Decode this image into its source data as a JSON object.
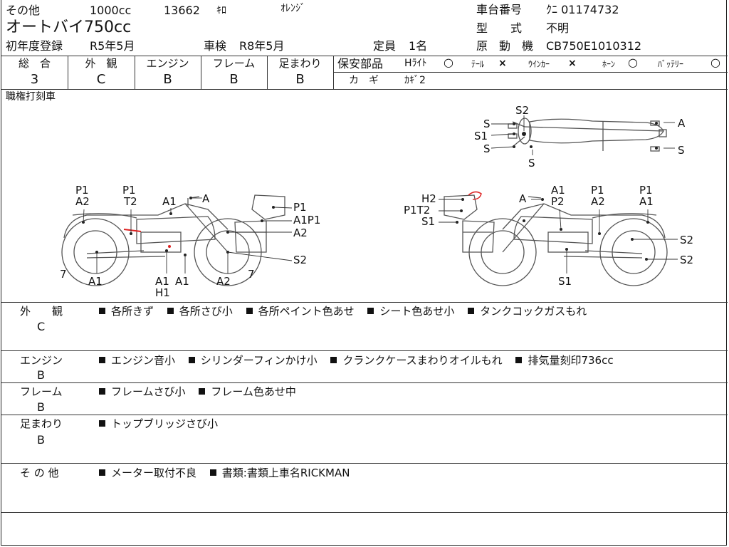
{
  "header": {
    "category": "その他",
    "displacement": "1000cc",
    "mileage": "13662",
    "mileage_unit": "ｷﾛ",
    "color": "ｵﾚﾝｼﾞ",
    "vehicle_type": "オートバイ750cc",
    "first_registration_label": "初年度登録",
    "first_registration": "R5年5月",
    "inspection_label": "車検",
    "inspection": "R8年5月",
    "capacity_label": "定員",
    "capacity": "1名",
    "frame_no_label": "車台番号",
    "frame_no": "ｸﾆ 01174732",
    "model_label": "型　　式",
    "model": "不明",
    "engine_label": "原　動　機",
    "engine": "CB750E1010312"
  },
  "grades": {
    "overall_label": "総　合",
    "overall": "3",
    "exterior_label": "外　観",
    "exterior": "C",
    "engine_label": "エンジン",
    "engine": "B",
    "frame_label": "フレーム",
    "frame": "B",
    "suspension_label": "足まわり",
    "suspension": "B"
  },
  "safety": {
    "label": "保安部品",
    "headlight_label": "Hﾗｲﾄ",
    "headlight": "○",
    "tail_label": "ﾃｰﾙ",
    "tail": "×",
    "winker_label": "ｳｲﾝｶｰ",
    "winker": "×",
    "horn_label": "ﾎｰﾝ",
    "horn": "○",
    "battery_label": "ﾊﾞｯﾃﾘｰ",
    "battery": "○",
    "key_label": "カ　ギ",
    "key": "ｶｷﾞ2"
  },
  "diagram": {
    "note": "職権打刻車",
    "top_labels": [
      "S2",
      "S",
      "S1",
      "S",
      "S",
      "A",
      "S"
    ],
    "left_labels": [
      "P1",
      "A2",
      "P1",
      "T2",
      "A1",
      "A",
      "P1",
      "A1P1",
      "A2",
      "S2",
      "7",
      "A1",
      "A1",
      "H1",
      "A1",
      "A2",
      "7"
    ],
    "right_labels": [
      "H2",
      "P1T2",
      "S1",
      "A",
      "A1",
      "P2",
      "P1",
      "A2",
      "P1",
      "A1",
      "S2",
      "S2",
      "S1"
    ]
  },
  "remarks": [
    {
      "label": "外　　観",
      "grade": "C",
      "items": [
        "各所きず",
        "各所さび小",
        "各所ペイント色あせ",
        "シート色あせ小",
        "タンクコックガスもれ"
      ]
    },
    {
      "label": "エンジン",
      "grade": "B",
      "items": [
        "エンジン音小",
        "シリンダーフィンかけ小",
        "クランクケースまわりオイルもれ",
        "排気量刻印736cc"
      ]
    },
    {
      "label": "フレーム",
      "grade": "B",
      "items": [
        "フレームさび小",
        "フレーム色あせ中"
      ]
    },
    {
      "label": "足まわり",
      "grade": "B",
      "items": [
        "トップブリッジさび小"
      ]
    },
    {
      "label": "そ の 他",
      "grade": "",
      "items": [
        "メーター取付不良",
        "書類:書類上車名RICKMAN"
      ]
    }
  ]
}
